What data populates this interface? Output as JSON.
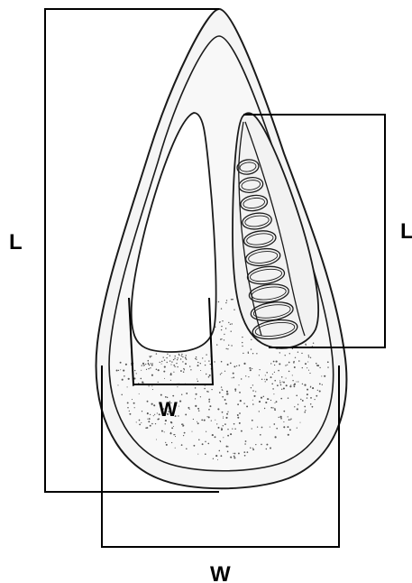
{
  "labels": {
    "outer_length": "L",
    "outer_width": "W",
    "inner_length": "L",
    "inner_width": "W"
  },
  "colors": {
    "ink": "#1a1a1a",
    "fill": "#f4f4f4",
    "lines": "#000000"
  }
}
